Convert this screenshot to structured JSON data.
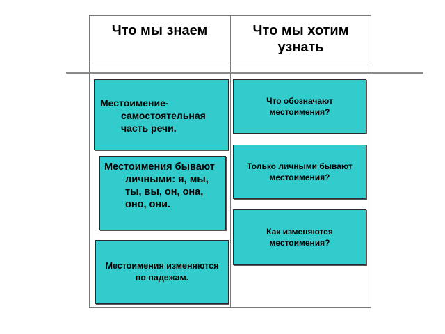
{
  "table": {
    "known_header": "Что мы знаем",
    "want_header_line1": "Что мы хотим",
    "want_header_line2": "узнать"
  },
  "known_cards": [
    "Местоимение- самостоятельная часть речи.",
    "Местоимения бывают личными: я, мы, ты, вы, он, она, оно, они.",
    "Местоимения изменяются по падежам."
  ],
  "want_cards": [
    "Что обозначают местоимения?",
    "Только личными бывают местоимения?",
    "Как изменяются местоимения?"
  ],
  "colors": {
    "card_fill": "#33cccc",
    "border": "#7a7a7a"
  }
}
